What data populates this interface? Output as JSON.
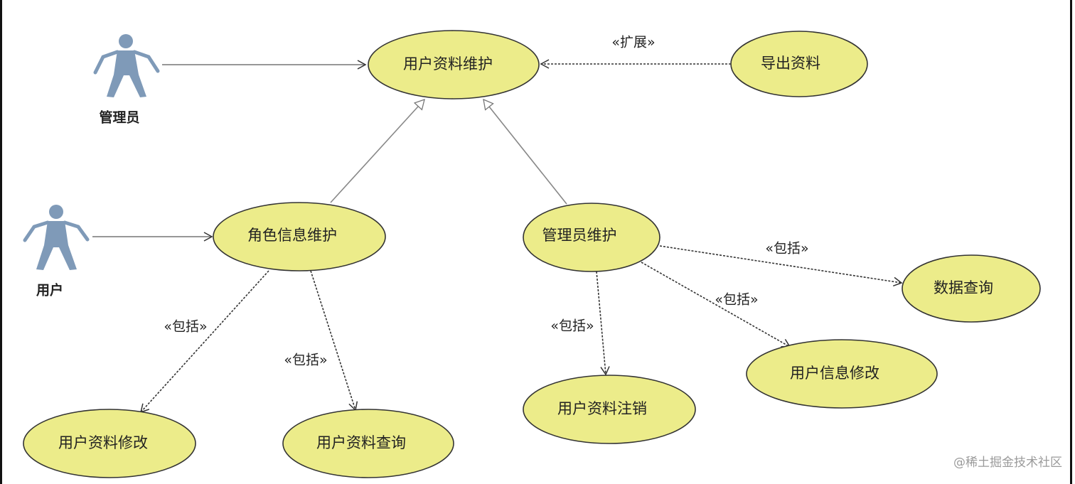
{
  "actors": {
    "admin": "管理员",
    "user": "用户"
  },
  "use_cases": {
    "profile_maintain": "用户资料维护",
    "export": "导出资料",
    "role_maintain": "角色信息维护",
    "admin_maintain": "管理员维护",
    "data_query": "数据查询",
    "user_info_edit": "用户信息修改",
    "profile_cancel": "用户资料注销",
    "profile_edit": "用户资料修改",
    "profile_query": "用户资料查询"
  },
  "relations": {
    "extend": "«扩展»",
    "include_1": "«包括»",
    "include_2": "«包括»",
    "include_3": "«包括»",
    "include_4": "«包括»",
    "include_5": "«包括»"
  },
  "colors": {
    "usecase_fill": "#ecec8a",
    "usecase_stroke": "#333333",
    "actor": "#7f9ab8"
  },
  "watermark": "@稀土掘金技术社区"
}
